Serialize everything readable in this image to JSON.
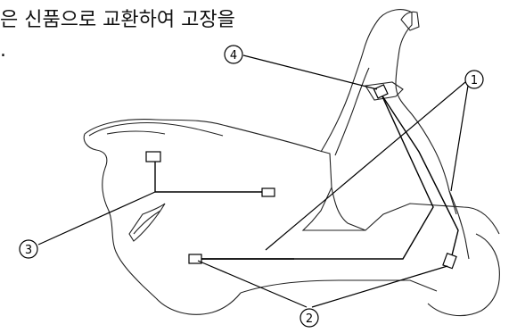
{
  "header_text": {
    "line1": "은 신품으로 교환하여 고장을",
    "line2": "."
  },
  "callouts": [
    {
      "id": "1",
      "label": "1"
    },
    {
      "id": "2",
      "label": "2"
    },
    {
      "id": "3",
      "label": "3"
    },
    {
      "id": "4",
      "label": "4"
    }
  ]
}
